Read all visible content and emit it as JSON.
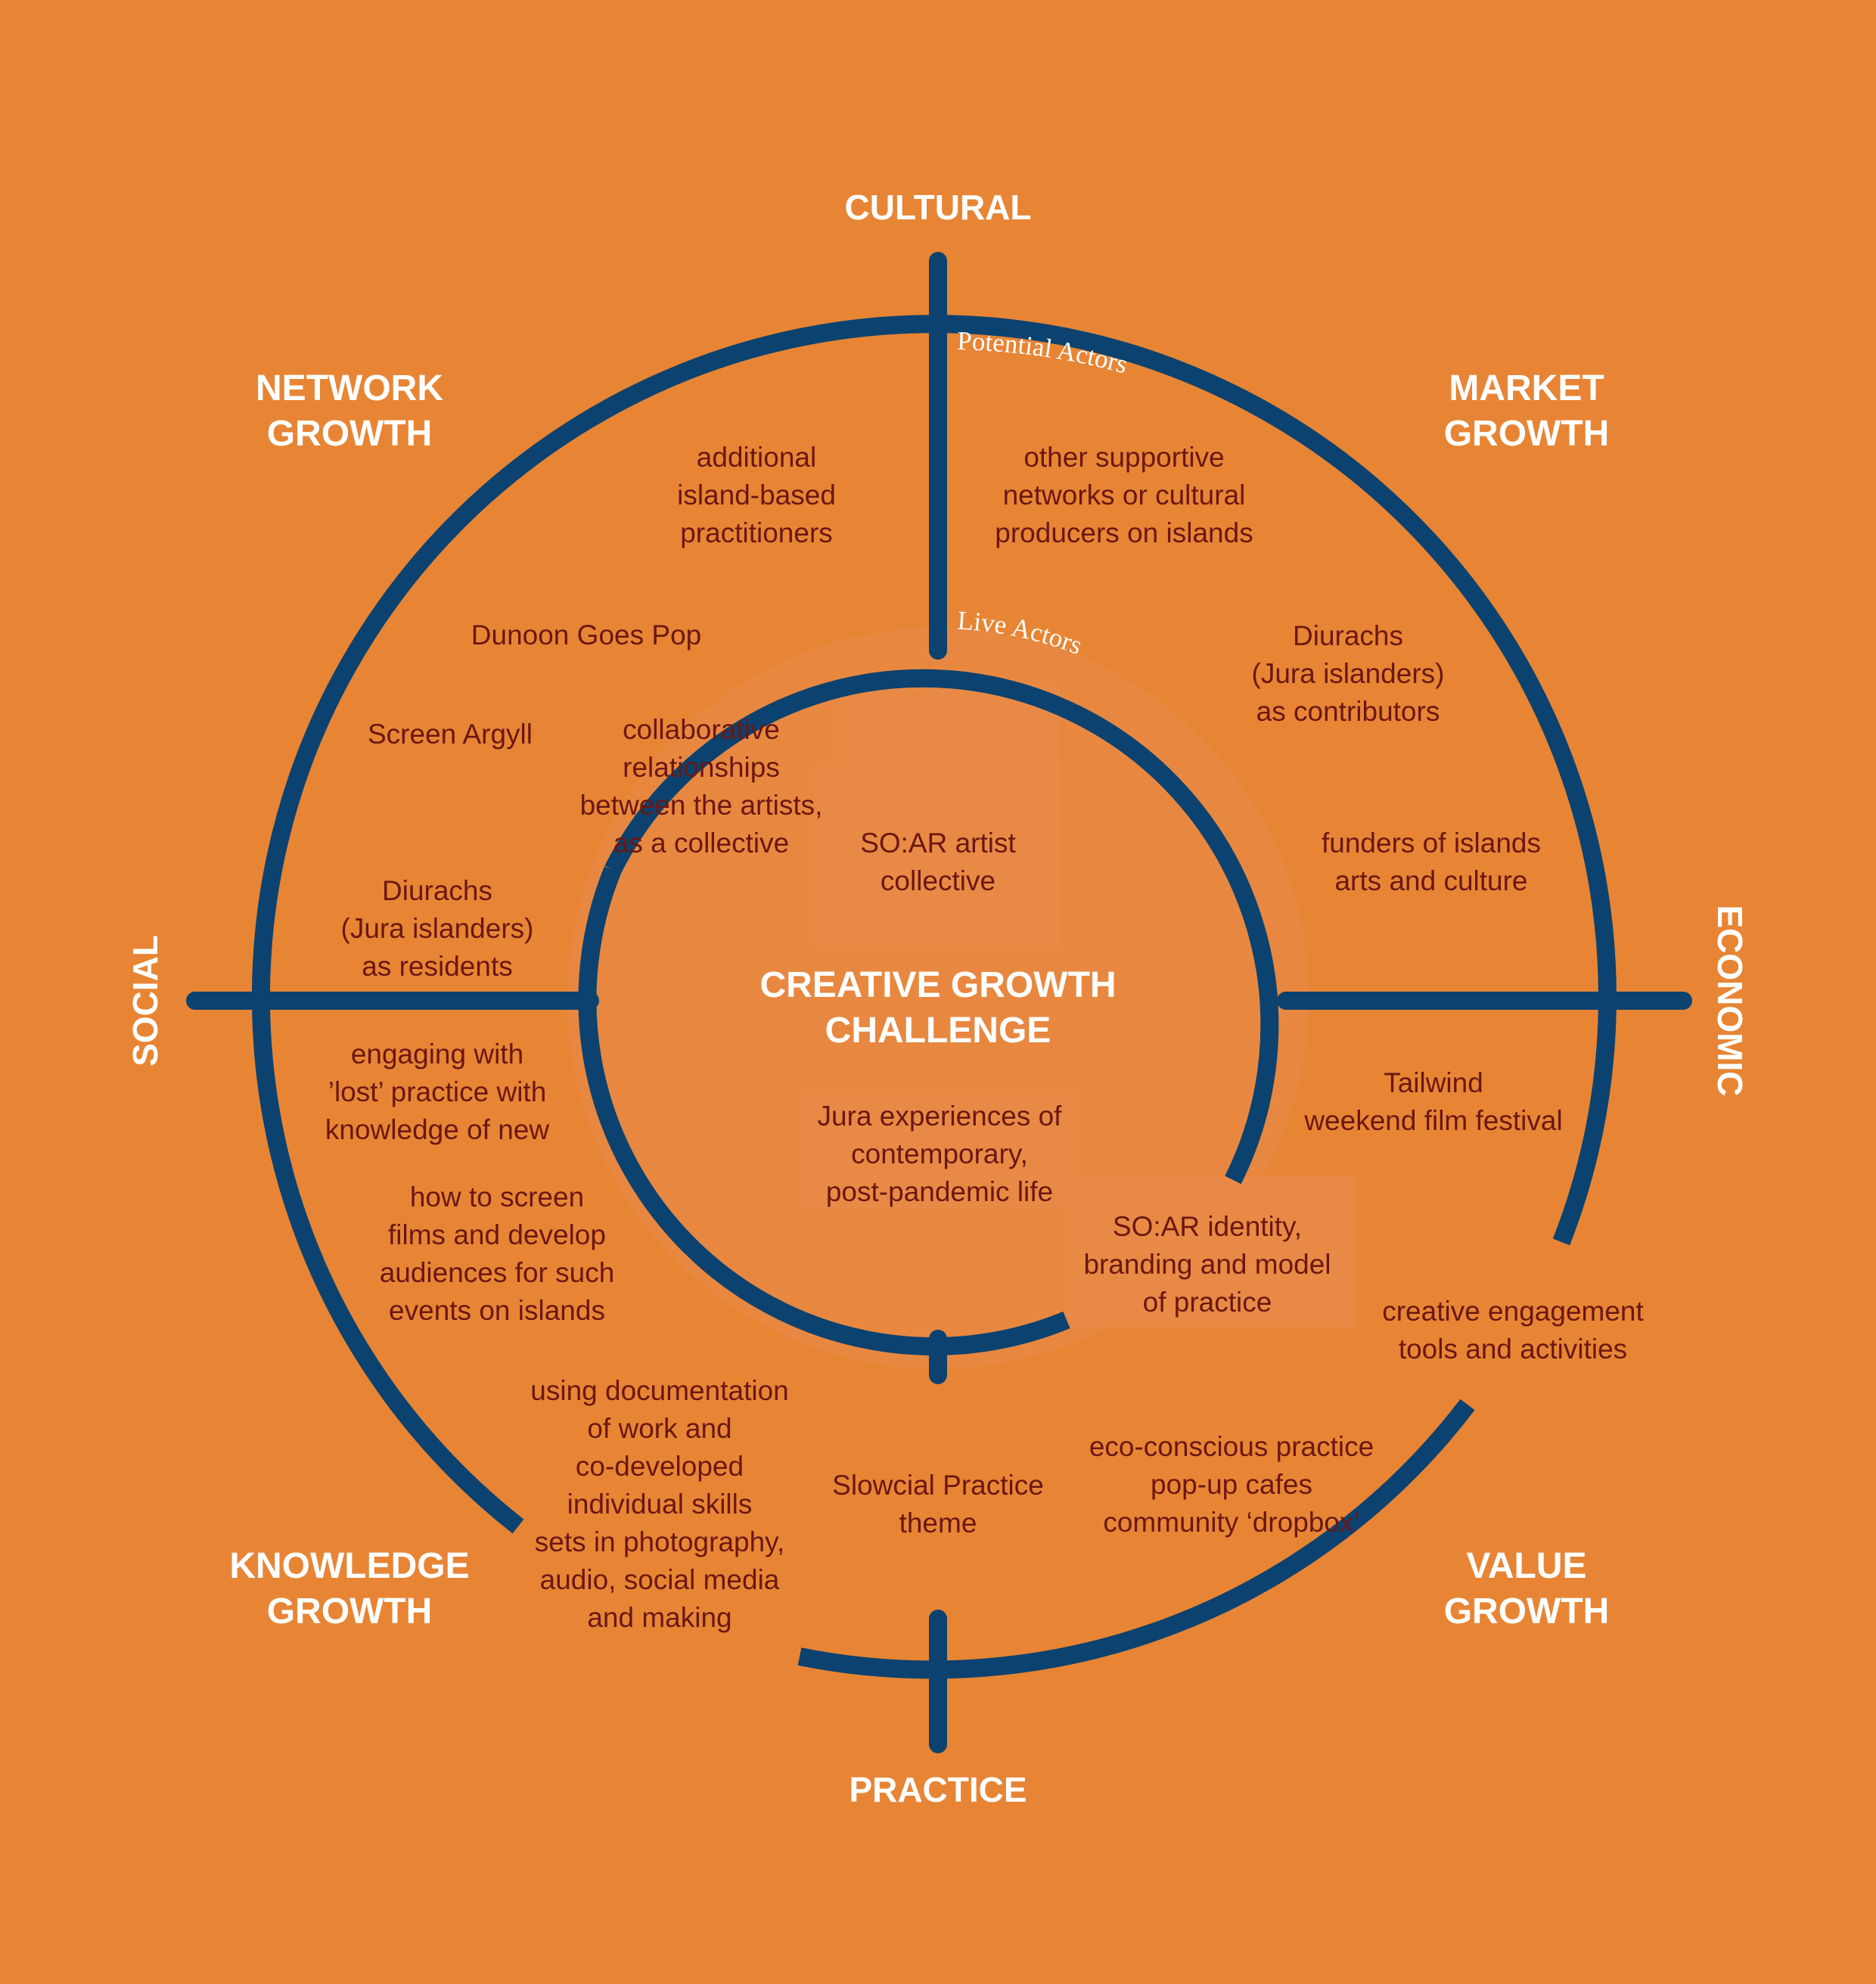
{
  "colors": {
    "background": "#E78535",
    "inner_fill": "#E88840",
    "ring": "#0C426F",
    "text_item": "#6B1712",
    "text_label": "#FFFFFF"
  },
  "axes": {
    "top": "CULTURAL",
    "bottom": "PRACTICE",
    "left": "SOCIAL",
    "right": "ECONOMIC"
  },
  "quadrants": {
    "network": [
      "NETWORK",
      "GROWTH"
    ],
    "market": [
      "MARKET",
      "GROWTH"
    ],
    "knowledge": [
      "KNOWLEDGE",
      "GROWTH"
    ],
    "value": [
      "VALUE",
      "GROWTH"
    ]
  },
  "ring_labels": {
    "outer": "Potential Actors",
    "inner": "Live Actors"
  },
  "center_title": [
    "CREATIVE GROWTH",
    "CHALLENGE"
  ],
  "items": {
    "additional_practitioners": [
      "additional",
      "island-based",
      "practitioners"
    ],
    "other_networks": [
      "other supportive",
      "networks or cultural",
      "producers on islands"
    ],
    "dunoon": [
      "Dunoon Goes Pop"
    ],
    "screen_argyll": [
      "Screen Argyll"
    ],
    "collaborative": [
      "collaborative",
      "relationships",
      "between the artists,",
      "as a collective"
    ],
    "diurachs_contributors": [
      "Diurachs",
      "(Jura islanders)",
      "as contributors"
    ],
    "soar_collective": [
      "SO:AR artist",
      "collective"
    ],
    "funders": [
      "funders of islands",
      "arts and culture"
    ],
    "diurachs_residents": [
      "Diurachs",
      "(Jura islanders)",
      "as residents"
    ],
    "engaging_lost": [
      "engaging with",
      "’lost’ practice with",
      "knowledge of new"
    ],
    "tailwind": [
      "Tailwind",
      "weekend film festival"
    ],
    "jura_experiences": [
      "Jura experiences of",
      "contemporary,",
      "post-pandemic life"
    ],
    "how_to_screen": [
      "how to screen",
      "films and develop",
      "audiences for such",
      "events on islands"
    ],
    "soar_identity": [
      "SO:AR identity,",
      "branding and model",
      "of practice"
    ],
    "creative_tools": [
      "creative engagement",
      "tools and activities"
    ],
    "documentation": [
      "using documentation",
      "of work and",
      "co-developed",
      "individual skills",
      "sets in photography,",
      "audio, social media",
      "and making"
    ],
    "slowcial": [
      "Slowcial Practice",
      "theme"
    ],
    "eco_conscious": [
      "eco-conscious practice",
      "pop-up cafes",
      "community ‘dropbox’"
    ]
  }
}
